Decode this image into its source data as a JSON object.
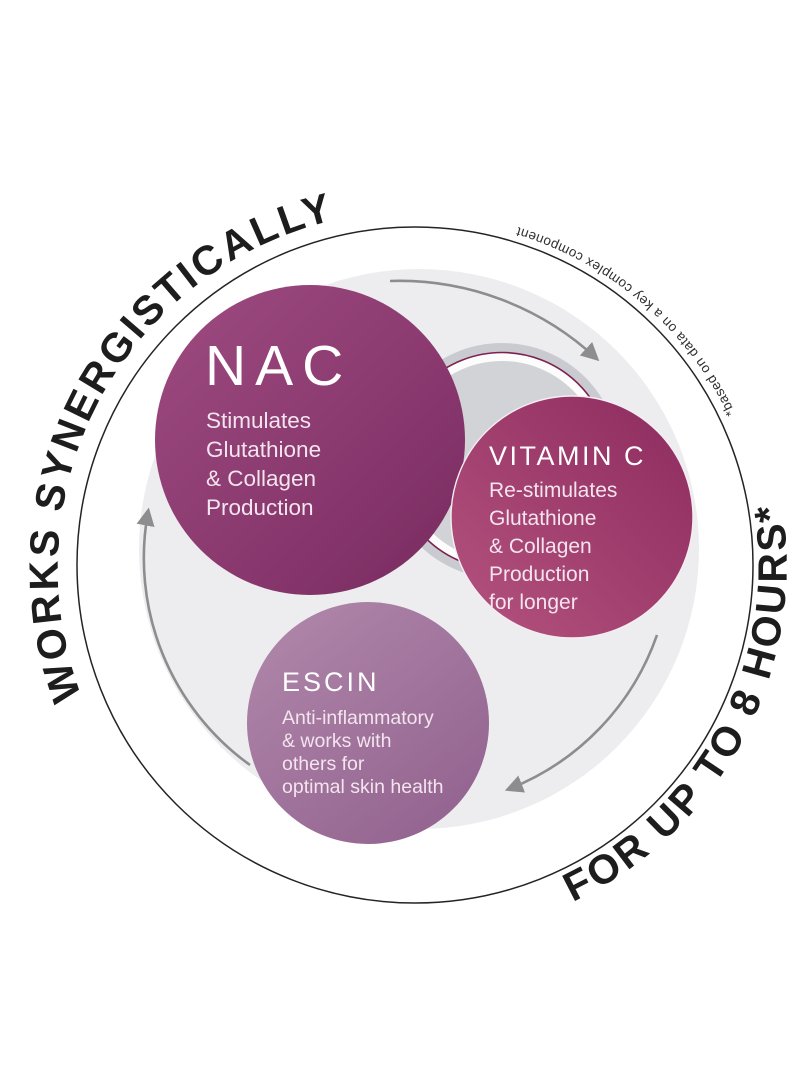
{
  "diagram": {
    "arc_top_left": "WORKS SYNERGISTICALLY",
    "arc_bottom_right": "FOR UP TO 8 HOURS*",
    "footnote_arc": "*based on data on a key complex component"
  },
  "bubbles": {
    "nac": {
      "title": "NAC",
      "lines": [
        "Stimulates",
        "Glutathione",
        "& Collagen",
        "Production"
      ]
    },
    "vitamin_c": {
      "title": "VITAMIN C",
      "lines": [
        "Re-stimulates",
        "Glutathione",
        "& Collagen",
        "Production",
        "for longer"
      ]
    },
    "escin": {
      "title": "ESCIN",
      "lines": [
        "Anti-inflammatory",
        "& works with",
        "others for",
        "optimal skin health"
      ]
    }
  },
  "colors": {
    "nac_gradient_start": "#9d4b80",
    "nac_gradient_end": "#772a5f",
    "vitamin_c_gradient_start": "#8c2b5e",
    "vitamin_c_gradient_end": "#b5537f",
    "escin_gradient_start": "#b289ac",
    "escin_gradient_end": "#92638f",
    "arrow_gray": "#8d8d90",
    "ring_black": "#242424",
    "plate_gray": "#ededf0",
    "center_band_gray": "#c9cbd0",
    "center_disk_gray": "#d2d3d6",
    "center_accent_maroon": "#7d2150",
    "title_white": "#ffffff",
    "subtext_pink": "#f3e4ee",
    "arc_text_black": "#1d1d1d"
  }
}
